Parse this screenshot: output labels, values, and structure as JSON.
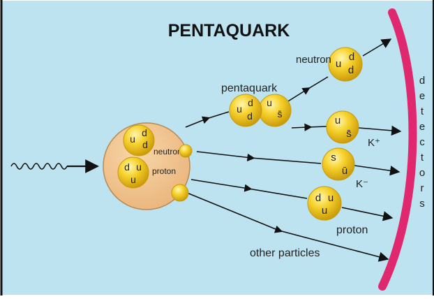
{
  "diagram": {
    "title": "PENTAQUARK",
    "colors": {
      "background": "#bde3f1",
      "frame": "#111111",
      "nucleus_fill": "#f3c58e",
      "nucleus_stroke": "#b58a55",
      "quark_ball": "#f6d12b",
      "quark_ball_edge": "#c99a0a",
      "detector": "#e0286e",
      "arrow": "#111111"
    },
    "labels": {
      "neutron_top": "neutron",
      "pentaquark": "pentaquark",
      "neutron_inside": "neutron",
      "proton_inside": "proton",
      "k_plus": "K⁺",
      "k_minus": "K⁻",
      "proton_out": "proton",
      "other_particles": "other particles",
      "detectors": [
        "d",
        "e",
        "t",
        "e",
        "c",
        "t",
        "o",
        "r",
        "s"
      ]
    },
    "quark_balls": {
      "nucleus_neutron": [
        "u",
        "d",
        "d"
      ],
      "nucleus_proton": [
        "d",
        "u",
        "u"
      ],
      "pentaquark_left": [
        "u",
        "d",
        "d"
      ],
      "pentaquark_right": [
        "u",
        "s̄"
      ],
      "neutron_out": [
        "u",
        "d",
        "d"
      ],
      "k_plus": [
        "u",
        "s̄"
      ],
      "k_minus": [
        "s",
        "ū"
      ],
      "proton_out": [
        "d",
        "u",
        "u"
      ]
    },
    "icons": [
      "photon-wave-icon",
      "arrow-icon"
    ]
  }
}
